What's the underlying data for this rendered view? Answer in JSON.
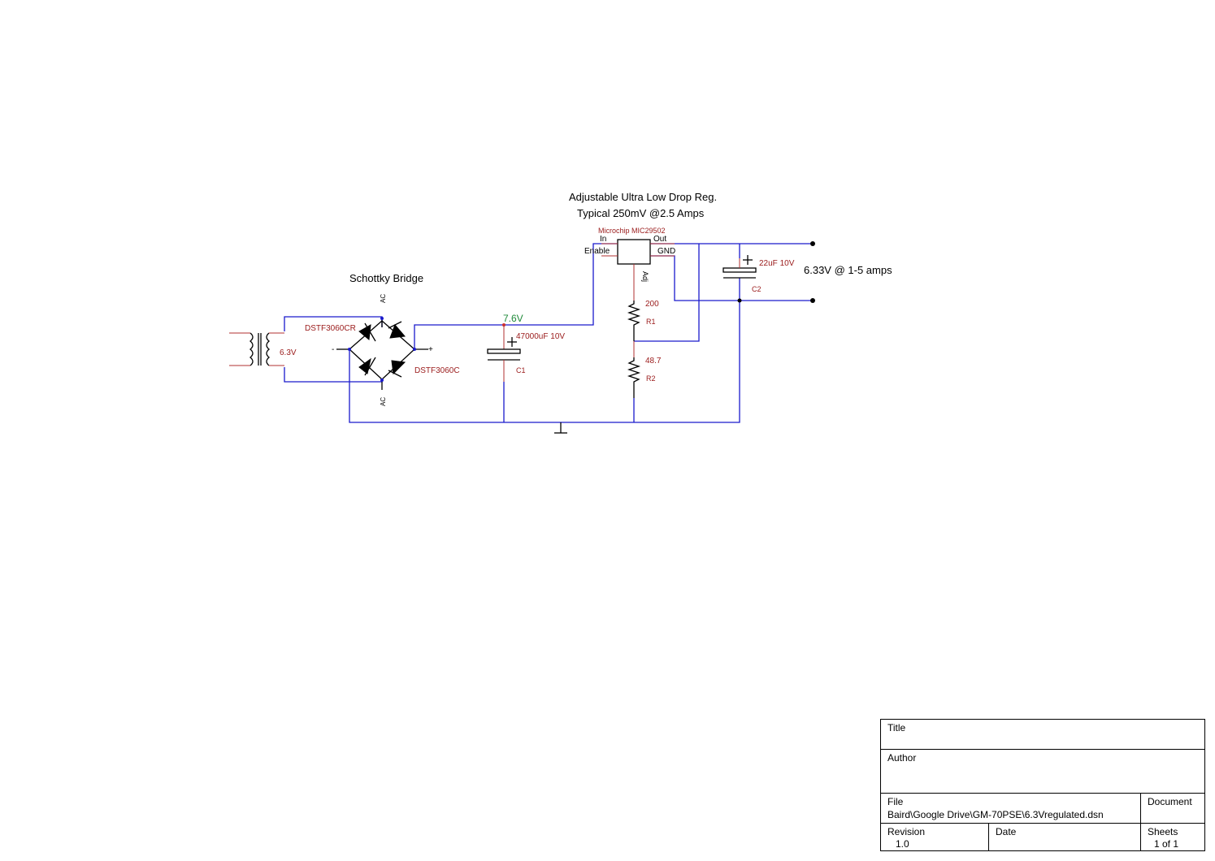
{
  "annotations": {
    "regulator_title_line1": "Adjustable Ultra Low Drop Reg.",
    "regulator_title_line2": "Typical 250mV @2.5 Amps",
    "bridge_title": "Schottky Bridge",
    "output_label": "6.33V @ 1-5 amps",
    "node_voltage": "7.6V"
  },
  "transformer": {
    "secondary_label": "6.3V"
  },
  "bridge": {
    "diode_top_label": "DSTF3060CR",
    "diode_bottom_label": "DSTF3060C",
    "ac_top": "AC",
    "ac_bottom": "AC",
    "minus": "-",
    "plus": "+"
  },
  "regulator": {
    "part": "Microchip MIC29502",
    "pin_in": "In",
    "pin_out": "Out",
    "pin_enable": "Enable",
    "pin_gnd": "GND",
    "pin_adj": "Adj"
  },
  "components": {
    "c1_value": "47000uF 10V",
    "c1_ref": "C1",
    "c2_value": "22uF 10V",
    "c2_ref": "C2",
    "r1_value": "200",
    "r1_ref": "R1",
    "r2_value": "48.7",
    "r2_ref": "R2"
  },
  "title_block": {
    "title_label": "Title",
    "title_value": "",
    "author_label": "Author",
    "author_value": "",
    "file_label": "File",
    "file_value": "Baird\\Google Drive\\GM-70PSE\\6.3Vregulated.dsn",
    "document_label": "Document",
    "document_value": "",
    "revision_label": "Revision",
    "revision_value": "1.0",
    "date_label": "Date",
    "date_value": "",
    "sheets_label": "Sheets",
    "sheets_value": "1 of 1"
  }
}
